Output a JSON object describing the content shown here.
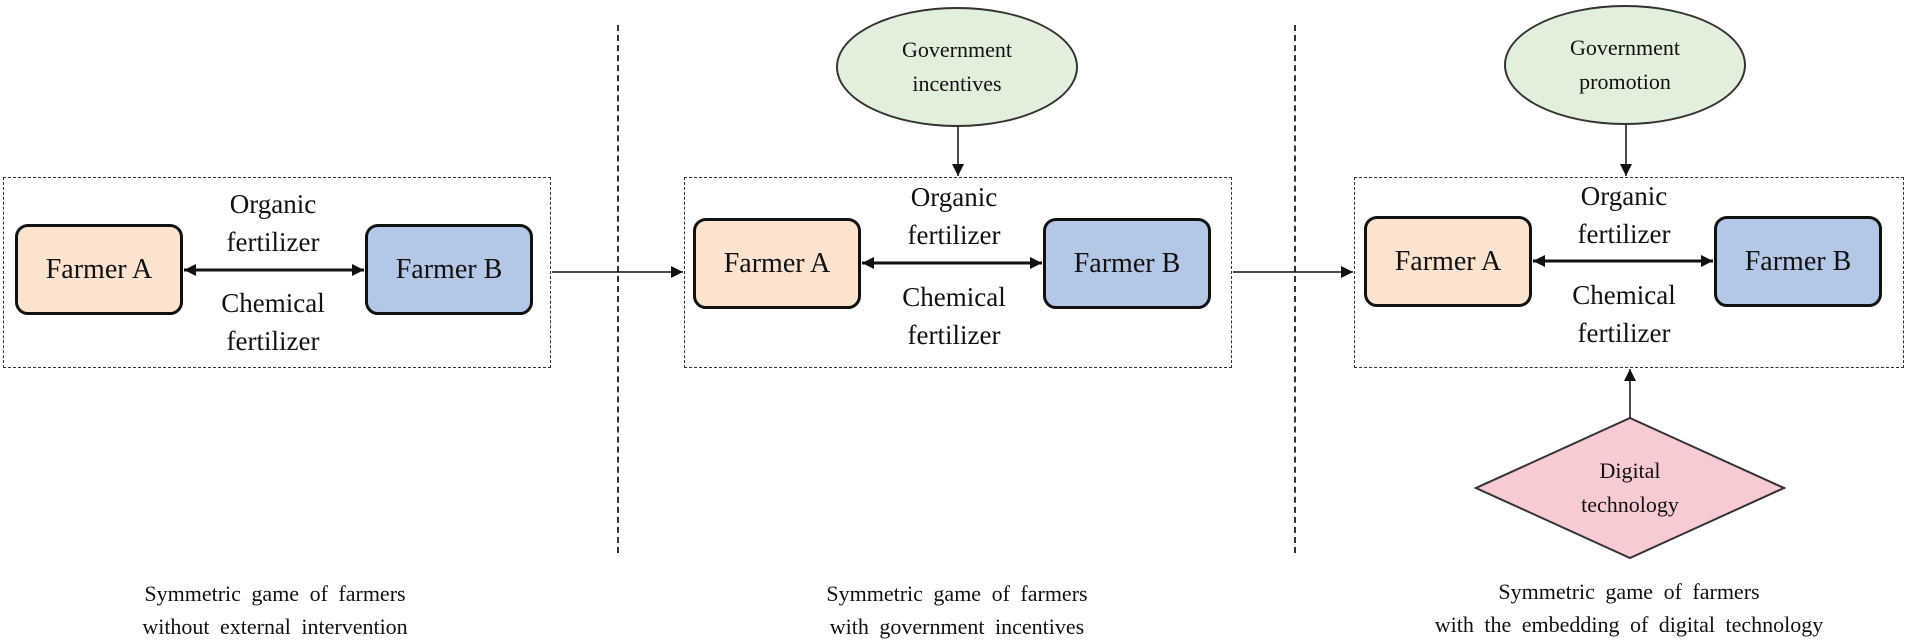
{
  "panels": [
    {
      "farmer_a": "Farmer A",
      "farmer_b": "Farmer B",
      "top_label": [
        "Organic",
        "fertilizer"
      ],
      "bottom_label": [
        "Chemical",
        "fertilizer"
      ],
      "caption": [
        "Symmetric game of farmers",
        "without external intervention"
      ]
    },
    {
      "farmer_a": "Farmer A",
      "farmer_b": "Farmer B",
      "top_label": [
        "Organic",
        "fertilizer"
      ],
      "bottom_label": [
        "Chemical",
        "fertilizer"
      ],
      "external": [
        "Government",
        "incentives"
      ],
      "caption": [
        "Symmetric game of farmers",
        "with government incentives"
      ]
    },
    {
      "farmer_a": "Farmer A",
      "farmer_b": "Farmer B",
      "top_label": [
        "Organic",
        "fertilizer"
      ],
      "bottom_label": [
        "Chemical",
        "fertilizer"
      ],
      "external": [
        "Government",
        "promotion"
      ],
      "embedded": [
        "Digital",
        "technology"
      ],
      "caption": [
        "Symmetric game of farmers",
        "with the embedding of digital technology"
      ]
    }
  ],
  "colors": {
    "farmer_a_fill": "#fbe3cf",
    "farmer_b_fill": "#b4c7e7",
    "government_fill": "#e2efda",
    "digital_fill": "#f8cbd3",
    "line": "#111111"
  }
}
